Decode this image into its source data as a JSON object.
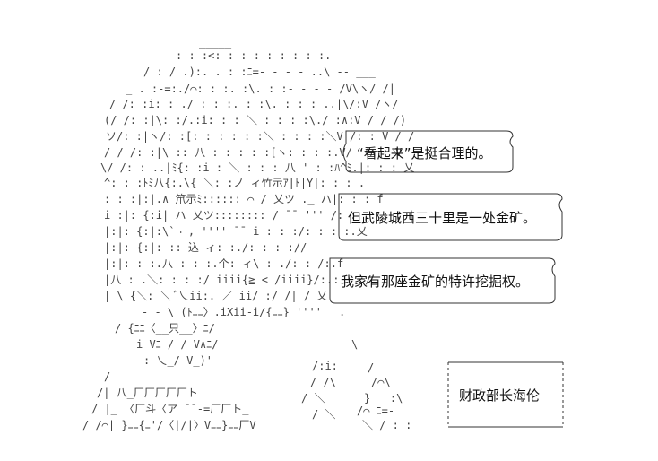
{
  "speech": {
    "line_1": "“看起来”是挺合理的。",
    "line_2": "但武陵城西三十里是一处金矿。",
    "line_3": "我家有那座金矿的特许挖掘权。"
  },
  "caption": {
    "label": "财政部长海伦"
  },
  "colors": {
    "ink": "#444444",
    "background": "#ffffff"
  }
}
